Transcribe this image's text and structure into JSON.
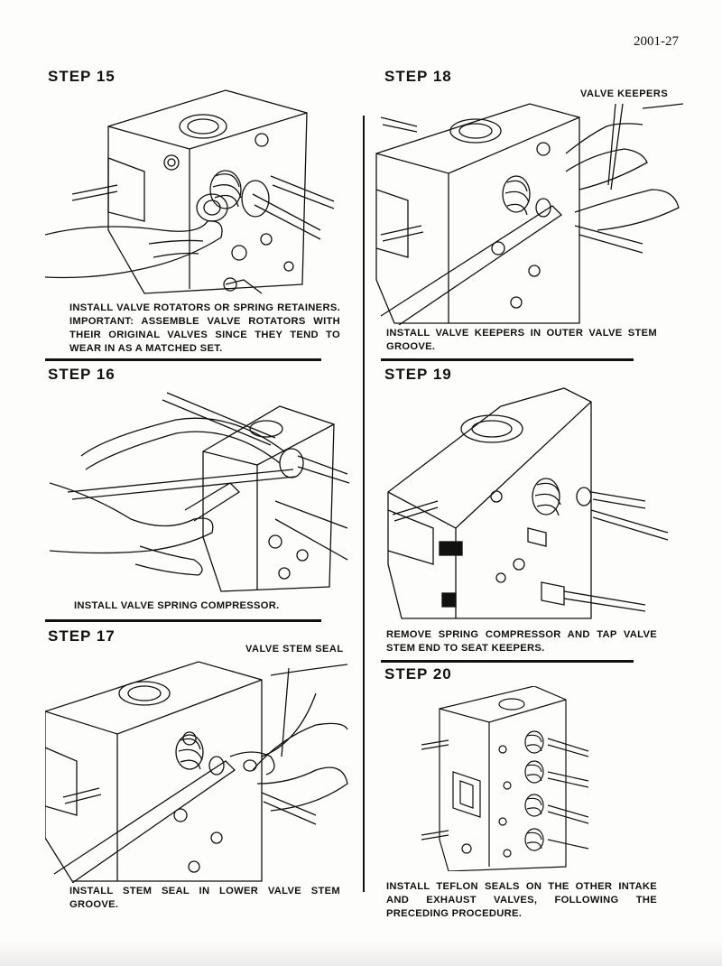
{
  "page_number": "2001-27",
  "steps": [
    {
      "title": "STEP 15",
      "caption": "INSTALL VALVE ROTATORS OR SPRING RETAINERS. IMPORTANT: ASSEMBLE VALVE ROTATORS WITH THEIR ORIGINAL VALVES SINCE THEY TEND TO WEAR IN AS A MATCHED SET."
    },
    {
      "title": "STEP 16",
      "caption": "INSTALL VALVE SPRING COMPRESSOR."
    },
    {
      "title": "STEP 17",
      "caption": "INSTALL STEM SEAL IN LOWER VALVE STEM GROOVE.",
      "callout": "VALVE STEM SEAL"
    },
    {
      "title": "STEP 18",
      "caption": "INSTALL VALVE KEEPERS IN OUTER VALVE STEM GROOVE.",
      "callout": "VALVE KEEPERS"
    },
    {
      "title": "STEP 19",
      "caption": "REMOVE SPRING COMPRESSOR AND TAP VALVE STEM END TO SEAT KEEPERS."
    },
    {
      "title": "STEP 20",
      "caption": "INSTALL TEFLON SEALS ON THE OTHER INTAKE AND EXHAUST VALVES, FOLLOWING THE PRECEDING PROCEDURE."
    }
  ]
}
